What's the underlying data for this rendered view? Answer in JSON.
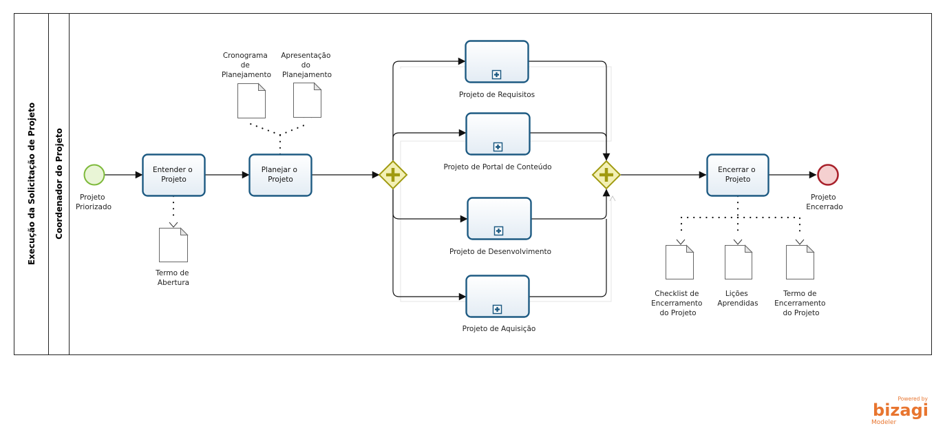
{
  "pool": {
    "label": "Execução da Solicitação de Projeto"
  },
  "lane": {
    "label": "Coordenador do Projeto"
  },
  "events": {
    "start": {
      "label": "Projeto Priorizado",
      "lines": [
        "Projeto",
        "Priorizado"
      ]
    },
    "end": {
      "label": "Projeto Encerrado",
      "lines": [
        "Projeto",
        "Encerrado"
      ]
    }
  },
  "tasks": {
    "entender": {
      "lines": [
        "Entender o",
        "Projeto"
      ]
    },
    "planejar": {
      "lines": [
        "Planejar o",
        "Projeto"
      ]
    },
    "encerrar": {
      "lines": [
        "Encerrar o",
        "Projeto"
      ]
    }
  },
  "subprocesses": [
    {
      "label": "Projeto de Requisitos"
    },
    {
      "label": "Projeto de Portal de Conteúdo"
    },
    {
      "label": "Projeto de Desenvolvimento"
    },
    {
      "label": "Projeto de Aquisição"
    }
  ],
  "artifacts": {
    "termo_abertura": {
      "lines": [
        "Termo de",
        "Abertura"
      ]
    },
    "cronograma": {
      "lines": [
        "Cronograma",
        "de",
        "Planejamento"
      ]
    },
    "apresentacao": {
      "lines": [
        "Apresentação",
        "do",
        "Planejamento"
      ]
    },
    "checklist": {
      "lines": [
        "Checklist de",
        "Encerramento",
        "do Projeto"
      ]
    },
    "licoes": {
      "lines": [
        "Lições",
        "Aprendidas"
      ]
    },
    "termo_encerramento": {
      "lines": [
        "Termo de",
        "Encerramento",
        "do Projeto"
      ]
    }
  },
  "branding": {
    "powered": "Powered by",
    "name": "bizagi",
    "product": "Modeler"
  },
  "colors": {
    "task_stroke": "#1d5a82",
    "start_fill": "#e9f5d6",
    "start_stroke": "#7db93a",
    "end_fill": "#f5d0d0",
    "end_stroke": "#a8202a",
    "gateway_fill": "#f3f0b5",
    "gateway_stroke": "#a09a10",
    "brand": "#e8752f"
  }
}
